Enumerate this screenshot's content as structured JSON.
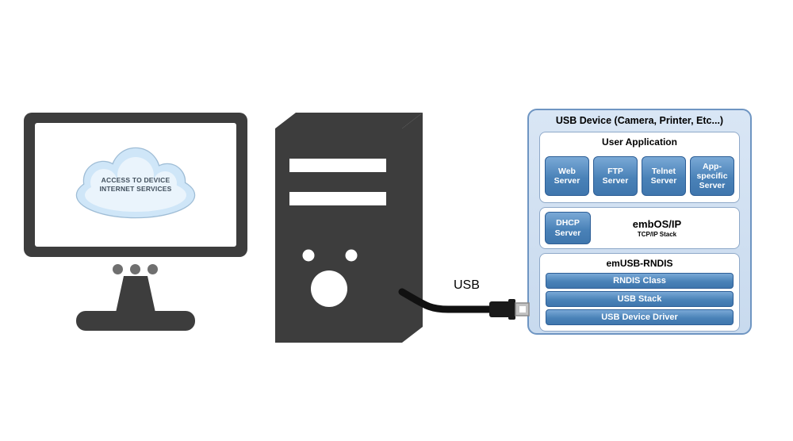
{
  "monitor": {
    "cloud_text": "ACCESS TO DEVICE\nINTERNET SERVICES"
  },
  "cable": {
    "label": "USB"
  },
  "device": {
    "title": "USB Device (Camera, Printer, Etc...)",
    "user_application": {
      "title": "User Application",
      "servers": [
        "Web\nServer",
        "FTP\nServer",
        "Telnet\nServer",
        "App-\nspecific\nServer"
      ]
    },
    "network": {
      "dhcp": "DHCP\nServer",
      "os_name": "embOS/IP",
      "os_sub": "TCP/IP Stack"
    },
    "usb_stack": {
      "title": "emUSB-RNDIS",
      "layers": [
        "RNDIS Class",
        "USB Stack",
        "USB Device Driver"
      ]
    }
  },
  "colors": {
    "dark_hardware": "#3d3d3d",
    "panel_fill": "#cddef1",
    "panel_border": "#6e95c2",
    "block_blue": "#4a82b8",
    "block_border": "#2d5e96",
    "cloud_fill": "#cfe6f8"
  }
}
